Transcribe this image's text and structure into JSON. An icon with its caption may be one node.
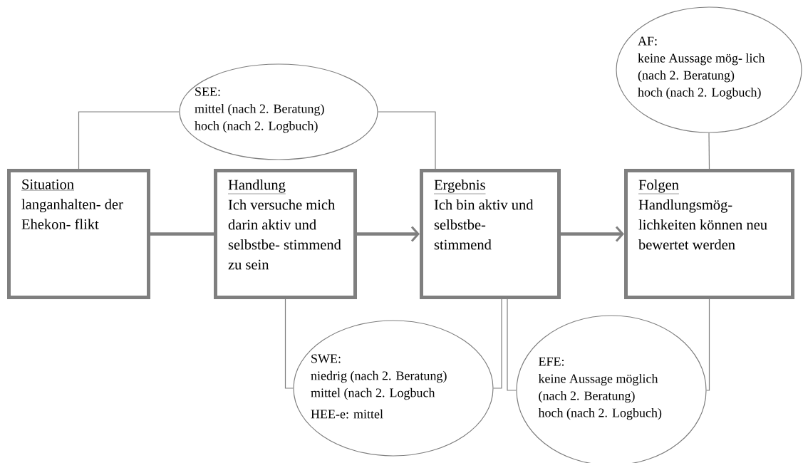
{
  "diagram": {
    "nodes": [
      {
        "text": [
          "Situation",
          "langanhalten- der Ehekon- flikt"
        ]
      },
      {
        "text": [
          "Handlung",
          "Ich versuche mich darin aktiv und selbstbe- stimmend zu sein"
        ]
      },
      {
        "text": [
          "Ergebnis",
          "Ich bin aktiv und selbstbe- stimmend"
        ]
      },
      {
        "text": [
          "Folgen",
          "Handlungsmög- lichkeiten können neu bewertet werden"
        ]
      },
      {
        "text": [
          "SEE:",
          "mittel (nach 2. Beratung)",
          "hoch (nach 2. Logbuch)"
        ]
      },
      {
        "text": [
          "AF:",
          "keine Aussage mög- lich (nach 2. Beratung)",
          "hoch (nach 2. Logbuch)"
        ]
      },
      {
        "text": [
          "SWE:",
          "niedrig (nach 2. Beratung)",
          "mittel (nach 2. Logbuch",
          "HEE-e: mittel"
        ]
      },
      {
        "text": [
          "EFE:",
          "keine Aussage möglich (nach 2. Beratung)",
          "hoch (nach 2. Logbuch)"
        ]
      }
    ],
    "edges": [
      {
        "from": 0,
        "to": 1,
        "arrow": "none",
        "style": "thick"
      },
      {
        "from": 1,
        "to": 2,
        "arrow": "to",
        "style": "thick"
      },
      {
        "from": 2,
        "to": 3,
        "arrow": "to",
        "style": "thick"
      },
      {
        "from": 4,
        "to": 0,
        "arrow": "none"
      },
      {
        "from": 4,
        "to": 2,
        "arrow": "none"
      },
      {
        "from": 5,
        "to": 3,
        "arrow": "none"
      },
      {
        "from": 1,
        "to": 6,
        "arrow": "none"
      },
      {
        "from": 6,
        "to": 2,
        "arrow": "none"
      },
      {
        "from": 2,
        "to": 7,
        "arrow": "none"
      },
      {
        "from": 7,
        "to": 3,
        "arrow": "none"
      }
    ]
  }
}
